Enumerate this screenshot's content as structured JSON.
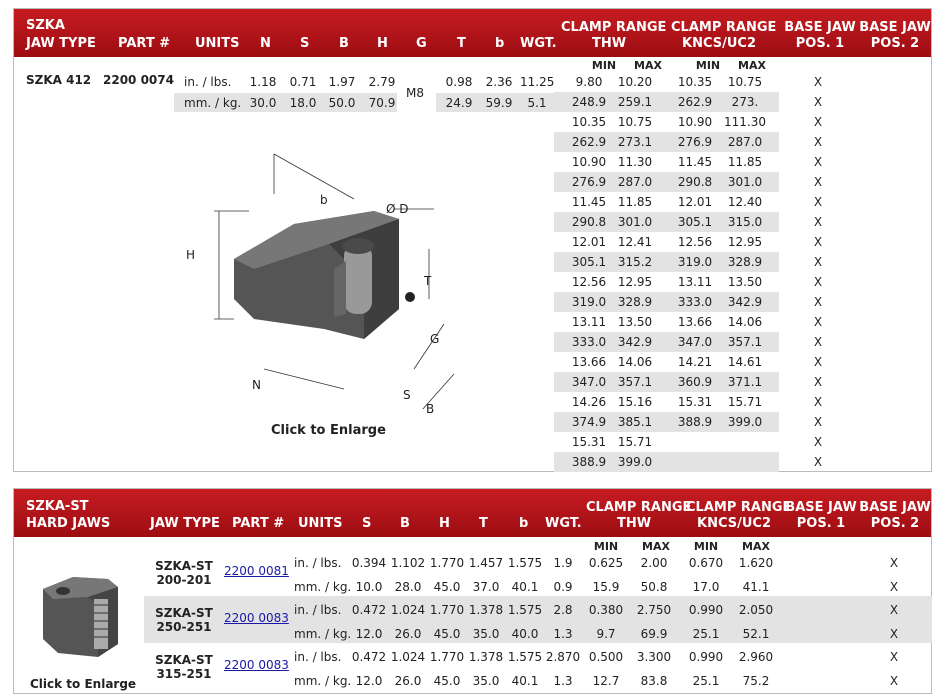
{
  "t1": {
    "h": {
      "type": "SZKA",
      "type2": "JAW TYPE",
      "part": "PART #",
      "units": "UNITS",
      "n": "N",
      "s": "S",
      "b": "B",
      "hh": "H",
      "g": "G",
      "t": "T",
      "bs": "b",
      "wgt": "WGT.",
      "thw1": "CLAMP RANGE",
      "thw2": "THW",
      "kn1": "CLAMP RANGE",
      "kn2": "KNCS/UC2",
      "p1a": "BASE JAW",
      "p1b": "POS. 1",
      "p2a": "BASE JAW",
      "p2b": "POS. 2",
      "min": "MIN",
      "max": "MAX"
    },
    "jaw": "SZKA 412",
    "part": "2200 0074",
    "u1": "in. / lbs.",
    "u2": "mm. / kg.",
    "r1": [
      "1.18",
      "0.71",
      "1.97",
      "2.79",
      "0.98",
      "2.36",
      "11.25"
    ],
    "r2": [
      "30.0",
      "18.0",
      "50.0",
      "70.9",
      "24.9",
      "59.9",
      "5.1"
    ],
    "g": "M8",
    "ranges": [
      [
        "9.80",
        "10.20",
        "10.35",
        "10.75",
        "X"
      ],
      [
        "248.9",
        "259.1",
        "262.9",
        "273.",
        "X"
      ],
      [
        "10.35",
        "10.75",
        "10.90",
        "111.30",
        "X"
      ],
      [
        "262.9",
        "273.1",
        "276.9",
        "287.0",
        "X"
      ],
      [
        "10.90",
        "11.30",
        "11.45",
        "11.85",
        "X"
      ],
      [
        "276.9",
        "287.0",
        "290.8",
        "301.0",
        "X"
      ],
      [
        "11.45",
        "11.85",
        "12.01",
        "12.40",
        "X"
      ],
      [
        "290.8",
        "301.0",
        "305.1",
        "315.0",
        "X"
      ],
      [
        "12.01",
        "12.41",
        "12.56",
        "12.95",
        "X"
      ],
      [
        "305.1",
        "315.2",
        "319.0",
        "328.9",
        "X"
      ],
      [
        "12.56",
        "12.95",
        "13.11",
        "13.50",
        "X"
      ],
      [
        "319.0",
        "328.9",
        "333.0",
        "342.9",
        "X"
      ],
      [
        "13.11",
        "13.50",
        "13.66",
        "14.06",
        "X"
      ],
      [
        "333.0",
        "342.9",
        "347.0",
        "357.1",
        "X"
      ],
      [
        "13.66",
        "14.06",
        "14.21",
        "14.61",
        "X"
      ],
      [
        "347.0",
        "357.1",
        "360.9",
        "371.1",
        "X"
      ],
      [
        "14.26",
        "15.16",
        "15.31",
        "15.71",
        "X"
      ],
      [
        "374.9",
        "385.1",
        "388.9",
        "399.0",
        "X"
      ],
      [
        "15.31",
        "15.71",
        "",
        "",
        "X"
      ],
      [
        "388.9",
        "399.0",
        "",
        "",
        "X"
      ]
    ],
    "enlarge": "Click to Enlarge",
    "dlab": {
      "b": "b",
      "d": "Ø D",
      "h": "H",
      "t": "T",
      "g": "G",
      "n": "N",
      "s": "S",
      "bb": "B"
    }
  },
  "t2": {
    "h": {
      "a": "SZKA-ST",
      "a2": "HARD JAWS",
      "type": "JAW TYPE",
      "part": "PART #",
      "units": "UNITS",
      "s": "S",
      "b": "B",
      "hh": "H",
      "t": "T",
      "bs": "b",
      "wgt": "WGT.",
      "thw1": "CLAMP RANGE",
      "thw2": "THW",
      "kn1": "CLAMP RANGE",
      "kn2": "KNCS/UC2",
      "p1a": "BASE JAW",
      "p1b": "POS. 1",
      "p2a": "BASE JAW",
      "p2b": "POS. 2",
      "min": "MIN",
      "max": "MAX"
    },
    "rows": [
      {
        "j1": "SZKA-ST",
        "j2": "200-201",
        "part": "2200 0081",
        "u1": "in. / lbs.",
        "u2": "mm. / kg.",
        "a": [
          "0.394",
          "1.102",
          "1.770",
          "1.457",
          "1.575",
          "1.9",
          "0.625",
          "2.00",
          "0.670",
          "1.620",
          "X"
        ],
        "b": [
          "10.0",
          "28.0",
          "45.0",
          "37.0",
          "40.1",
          "0.9",
          "15.9",
          "50.8",
          "17.0",
          "41.1",
          "X"
        ]
      },
      {
        "j1": "SZKA-ST",
        "j2": "250-251",
        "part": "2200 0083",
        "u1": "in. / lbs.",
        "u2": "mm. / kg.",
        "a": [
          "0.472",
          "1.024",
          "1.770",
          "1.378",
          "1.575",
          "2.8",
          "0.380",
          "2.750",
          "0.990",
          "2.050",
          "X"
        ],
        "b": [
          "12.0",
          "26.0",
          "45.0",
          "35.0",
          "40.0",
          "1.3",
          "9.7",
          "69.9",
          "25.1",
          "52.1",
          "X"
        ]
      },
      {
        "j1": "SZKA-ST",
        "j2": "315-251",
        "part": "2200 0083",
        "u1": "in. / lbs.",
        "u2": "mm. / kg.",
        "a": [
          "0.472",
          "1.024",
          "1.770",
          "1.378",
          "1.575",
          "2.870",
          "0.500",
          "3.300",
          "0.990",
          "2.960",
          "X"
        ],
        "b": [
          "12.0",
          "26.0",
          "45.0",
          "35.0",
          "40.1",
          "1.3",
          "12.7",
          "83.8",
          "25.1",
          "75.2",
          "X"
        ]
      }
    ],
    "enlarge": "Click to Enlarge"
  }
}
